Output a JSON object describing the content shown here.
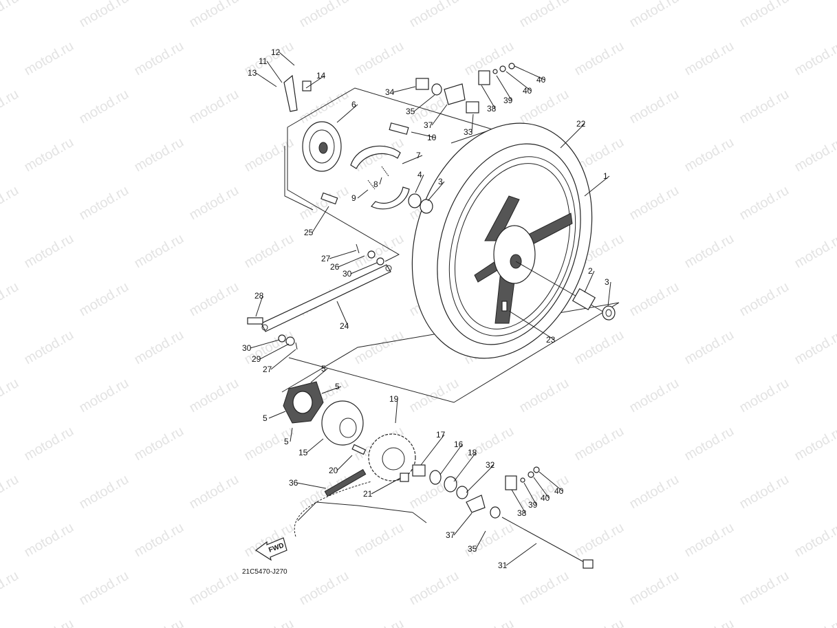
{
  "watermark": "motod.ru",
  "diagram_code": "21C5470-J270",
  "fwd_label": "FWD",
  "callouts": [
    {
      "id": "c1",
      "text": "1"
    },
    {
      "id": "c2",
      "text": "2"
    },
    {
      "id": "c3a",
      "text": "3"
    },
    {
      "id": "c3b",
      "text": "3"
    },
    {
      "id": "c4",
      "text": "4"
    },
    {
      "id": "c5a",
      "text": "5"
    },
    {
      "id": "c5b",
      "text": "5"
    },
    {
      "id": "c5c",
      "text": "5"
    },
    {
      "id": "c5d",
      "text": "5"
    },
    {
      "id": "c6",
      "text": "6"
    },
    {
      "id": "c7",
      "text": "7"
    },
    {
      "id": "c8",
      "text": "8"
    },
    {
      "id": "c9",
      "text": "9"
    },
    {
      "id": "c10",
      "text": "10"
    },
    {
      "id": "c11",
      "text": "11"
    },
    {
      "id": "c12",
      "text": "12"
    },
    {
      "id": "c13",
      "text": "13"
    },
    {
      "id": "c14",
      "text": "14"
    },
    {
      "id": "c15",
      "text": "15"
    },
    {
      "id": "c16",
      "text": "16"
    },
    {
      "id": "c17",
      "text": "17"
    },
    {
      "id": "c18",
      "text": "18"
    },
    {
      "id": "c19",
      "text": "19"
    },
    {
      "id": "c20",
      "text": "20"
    },
    {
      "id": "c21",
      "text": "21"
    },
    {
      "id": "c22",
      "text": "22"
    },
    {
      "id": "c23",
      "text": "23"
    },
    {
      "id": "c24",
      "text": "24"
    },
    {
      "id": "c25",
      "text": "25"
    },
    {
      "id": "c26",
      "text": "26"
    },
    {
      "id": "c27a",
      "text": "27"
    },
    {
      "id": "c27b",
      "text": "27"
    },
    {
      "id": "c28",
      "text": "28"
    },
    {
      "id": "c29",
      "text": "29"
    },
    {
      "id": "c30a",
      "text": "30"
    },
    {
      "id": "c30b",
      "text": "30"
    },
    {
      "id": "c31",
      "text": "31"
    },
    {
      "id": "c32",
      "text": "32"
    },
    {
      "id": "c33",
      "text": "33"
    },
    {
      "id": "c34",
      "text": "34"
    },
    {
      "id": "c35a",
      "text": "35"
    },
    {
      "id": "c35b",
      "text": "35"
    },
    {
      "id": "c36",
      "text": "36"
    },
    {
      "id": "c37a",
      "text": "37"
    },
    {
      "id": "c37b",
      "text": "37"
    },
    {
      "id": "c38a",
      "text": "38"
    },
    {
      "id": "c38b",
      "text": "38"
    },
    {
      "id": "c39a",
      "text": "39"
    },
    {
      "id": "c39b",
      "text": "39"
    },
    {
      "id": "c40a",
      "text": "40"
    },
    {
      "id": "c40b",
      "text": "40"
    },
    {
      "id": "c40c",
      "text": "40"
    },
    {
      "id": "c40d",
      "text": "40"
    }
  ]
}
